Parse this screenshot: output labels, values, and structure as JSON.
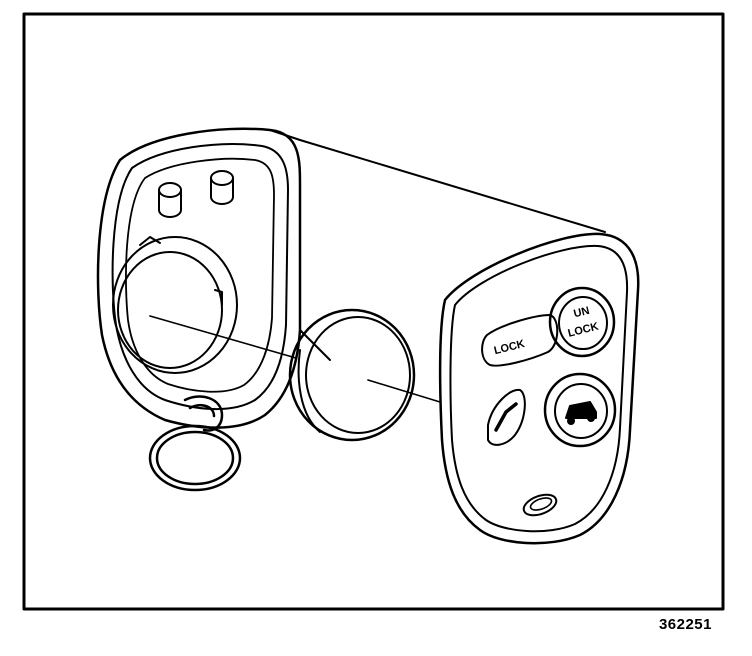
{
  "figure": {
    "number": "362251",
    "buttons": {
      "lock_label": "LOCK",
      "unlock_label_line1": "UN",
      "unlock_label_line2": "LOCK"
    }
  },
  "colors": {
    "ink": "#000000",
    "paper": "#ffffff"
  }
}
